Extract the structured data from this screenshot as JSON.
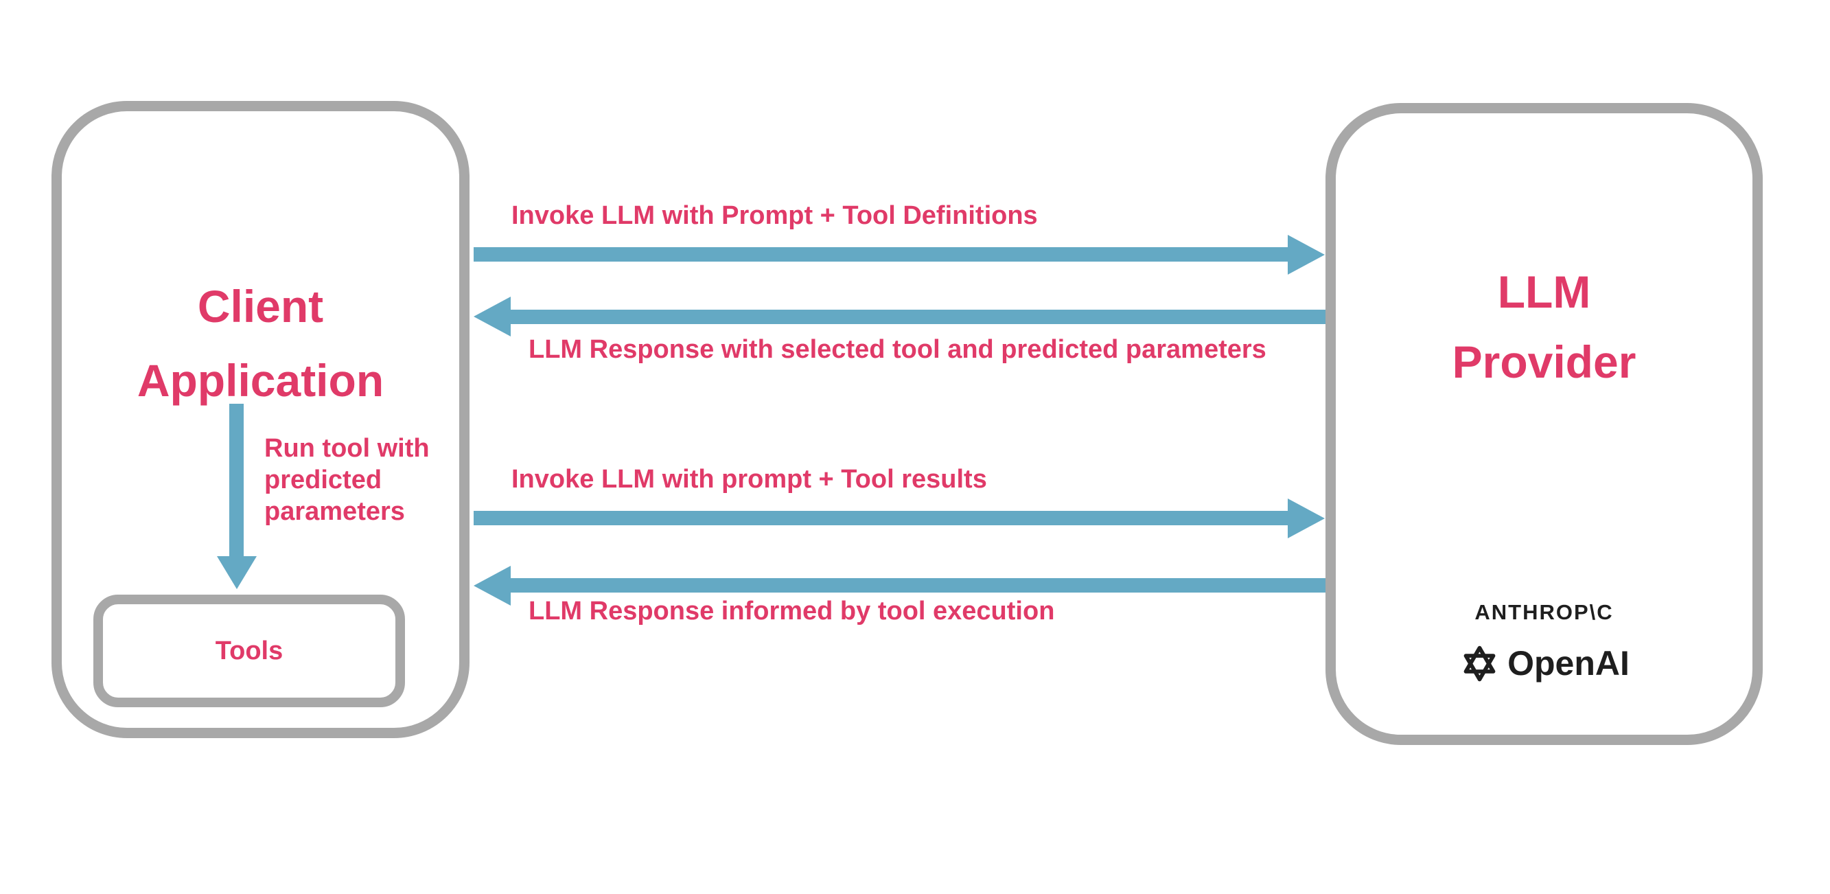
{
  "diagram": {
    "client_box": {
      "title": "Client\nApplication",
      "run_tool_label": "Run tool with\npredicted\nparameters",
      "tools_label": "Tools"
    },
    "llm_box": {
      "title": "LLM\nProvider",
      "anthropic_logo_text": "ANTHROP\\C",
      "openai_logo_text": "OpenAI"
    },
    "arrows": [
      {
        "direction": "right",
        "label": "Invoke LLM with Prompt + Tool Definitions"
      },
      {
        "direction": "left",
        "label": "LLM Response with selected tool and predicted parameters"
      },
      {
        "direction": "right",
        "label": "Invoke LLM with prompt + Tool results"
      },
      {
        "direction": "left",
        "label": "LLM Response informed by tool execution"
      }
    ],
    "colors": {
      "accent_pink": "#e03a68",
      "arrow_blue": "#64a9c4",
      "border_gray": "#a8a8a8",
      "logo_black": "#1e1e1e"
    }
  }
}
